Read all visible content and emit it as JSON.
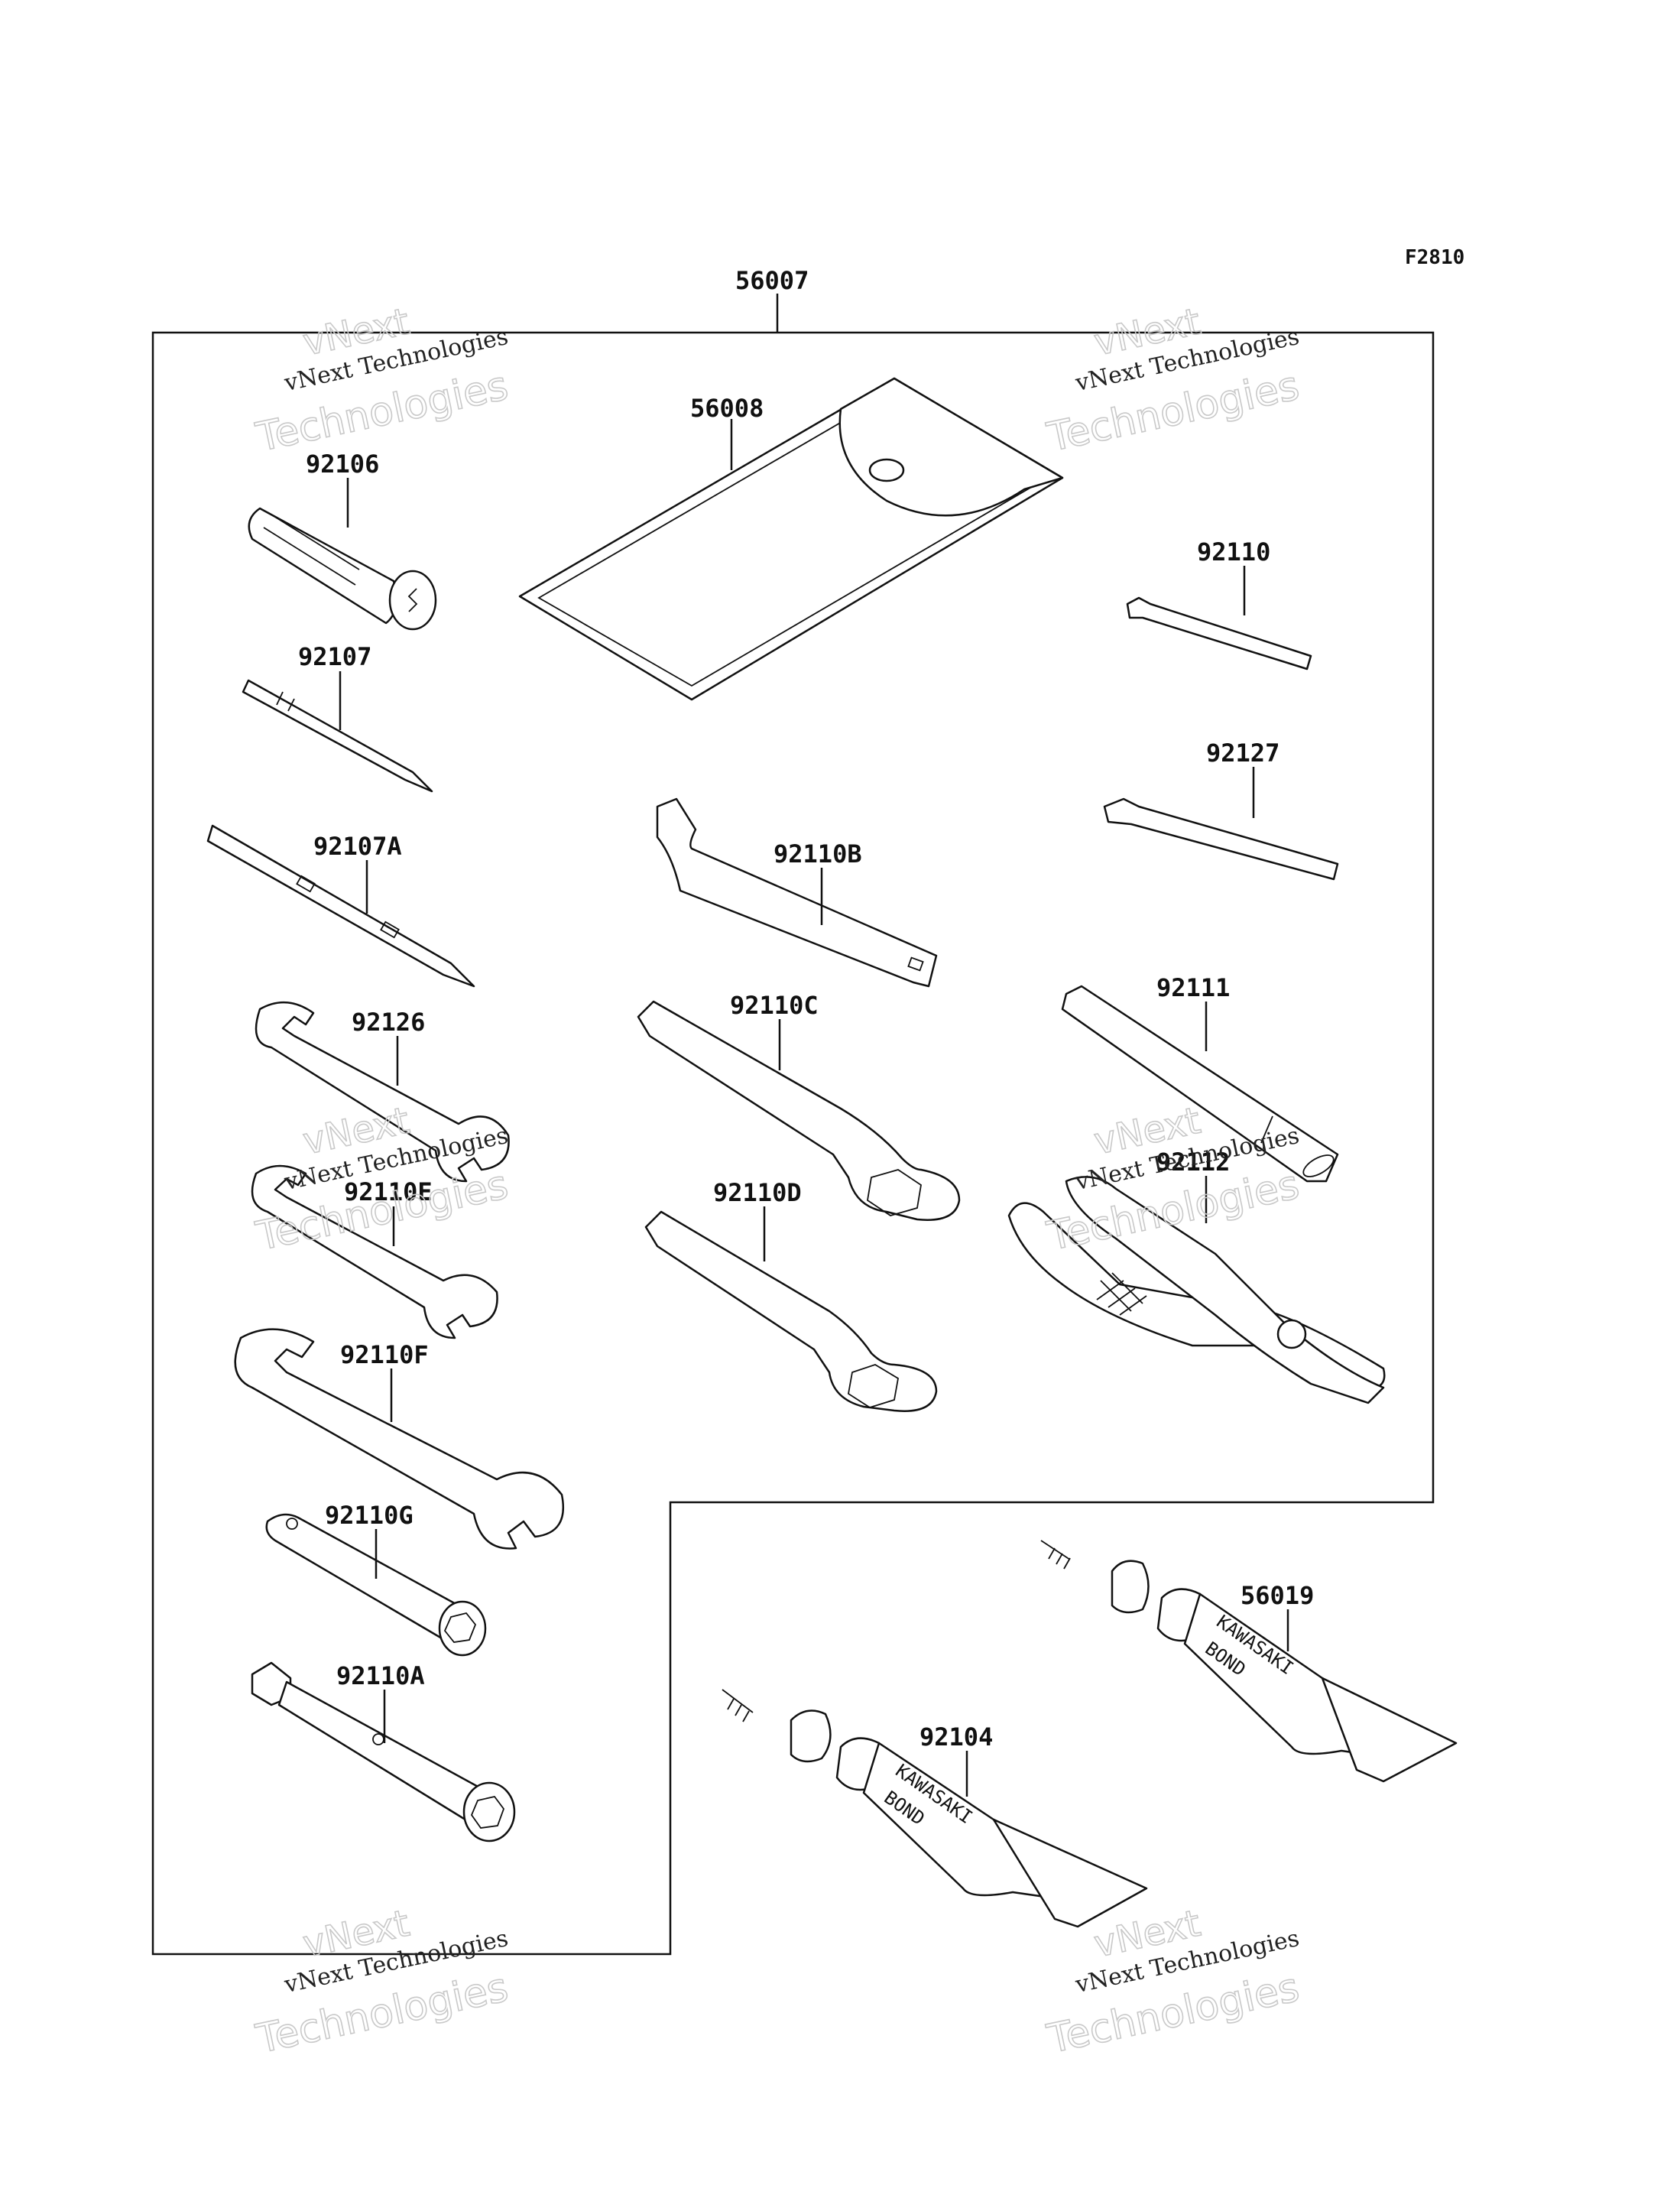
{
  "figure_code": "F2810",
  "assembly": {
    "part_number": "56007"
  },
  "parts": [
    {
      "id": "p56008",
      "part_number": "56008"
    },
    {
      "id": "p92106",
      "part_number": "92106"
    },
    {
      "id": "p92107",
      "part_number": "92107"
    },
    {
      "id": "p92107A",
      "part_number": "92107A"
    },
    {
      "id": "p92126",
      "part_number": "92126"
    },
    {
      "id": "p92110E",
      "part_number": "92110E"
    },
    {
      "id": "p92110F",
      "part_number": "92110F"
    },
    {
      "id": "p92110G",
      "part_number": "92110G"
    },
    {
      "id": "p92110A",
      "part_number": "92110A"
    },
    {
      "id": "p92110B",
      "part_number": "92110B"
    },
    {
      "id": "p92110C",
      "part_number": "92110C"
    },
    {
      "id": "p92110D",
      "part_number": "92110D"
    },
    {
      "id": "p92110",
      "part_number": "92110"
    },
    {
      "id": "p92127",
      "part_number": "92127"
    },
    {
      "id": "p92111",
      "part_number": "92111"
    },
    {
      "id": "p92112",
      "part_number": "92112"
    },
    {
      "id": "p56019",
      "part_number": "56019"
    },
    {
      "id": "p92104",
      "part_number": "92104"
    }
  ],
  "tube_text": {
    "brand": "KAWASAKI",
    "product": "BOND"
  },
  "watermark": {
    "line1": "vNext",
    "line2": "vNext Technologies",
    "line3": "Technologies"
  }
}
